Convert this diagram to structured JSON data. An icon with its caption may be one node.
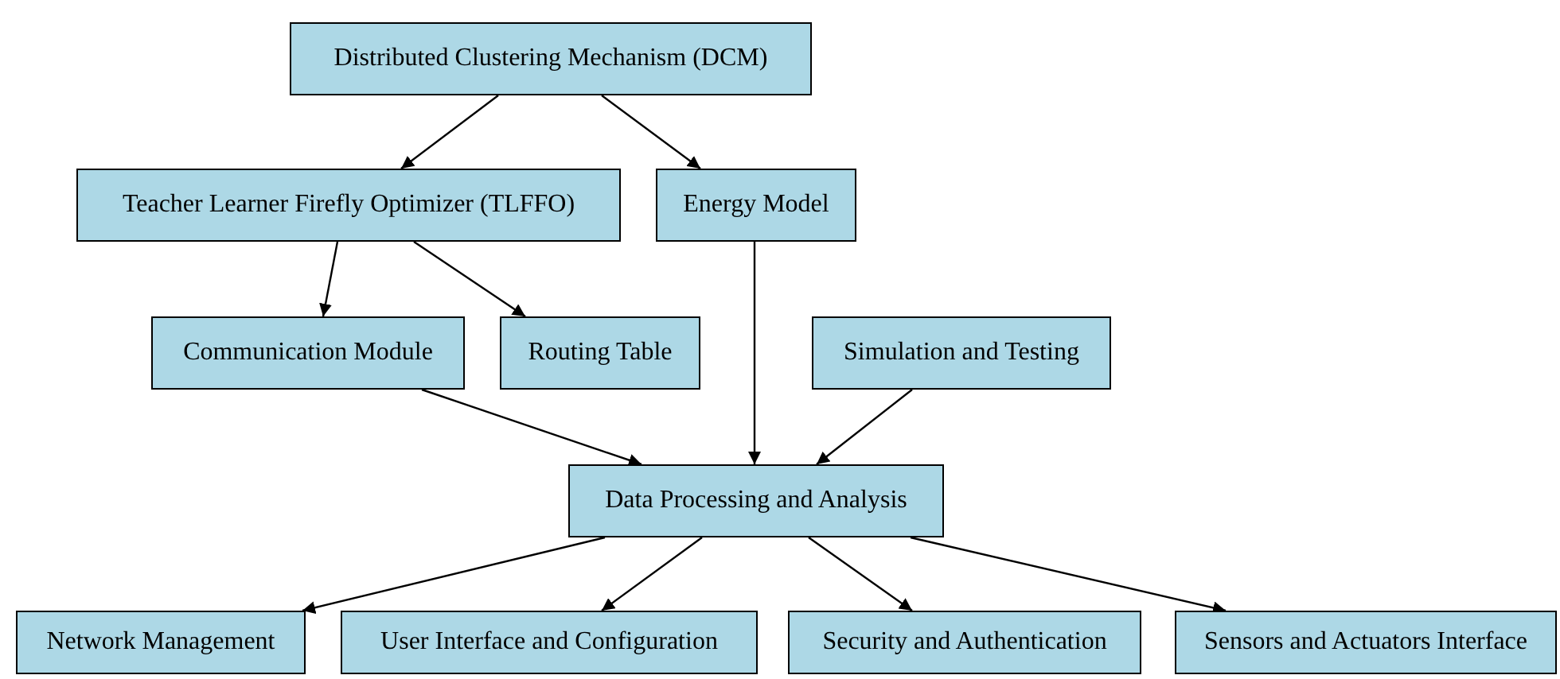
{
  "diagram": {
    "nodes": [
      {
        "text": [
          "Distributed Clustering Mechanism (DCM)"
        ]
      },
      {
        "text": [
          "Teacher Learner Firefly Optimizer (TLFFO)"
        ]
      },
      {
        "text": [
          "Energy Model"
        ]
      },
      {
        "text": [
          "Communication Module"
        ]
      },
      {
        "text": [
          "Routing Table"
        ]
      },
      {
        "text": [
          "Simulation and Testing"
        ]
      },
      {
        "text": [
          "Data Processing and Analysis"
        ]
      },
      {
        "text": [
          "Network Management"
        ]
      },
      {
        "text": [
          "User Interface and Configuration"
        ]
      },
      {
        "text": [
          "Security and Authentication"
        ]
      },
      {
        "text": [
          "Sensors and Actuators Interface"
        ]
      }
    ],
    "edges": [
      {
        "from": 0,
        "to": 1,
        "arrow": "to"
      },
      {
        "from": 0,
        "to": 2,
        "arrow": "to"
      },
      {
        "from": 1,
        "to": 3,
        "arrow": "to"
      },
      {
        "from": 1,
        "to": 4,
        "arrow": "to"
      },
      {
        "from": 2,
        "to": 6,
        "arrow": "to"
      },
      {
        "from": 3,
        "to": 6,
        "arrow": "to"
      },
      {
        "from": 5,
        "to": 6,
        "arrow": "to"
      },
      {
        "from": 6,
        "to": 7,
        "arrow": "to"
      },
      {
        "from": 6,
        "to": 8,
        "arrow": "to"
      },
      {
        "from": 6,
        "to": 9,
        "arrow": "to"
      },
      {
        "from": 6,
        "to": 10,
        "arrow": "to"
      }
    ]
  }
}
